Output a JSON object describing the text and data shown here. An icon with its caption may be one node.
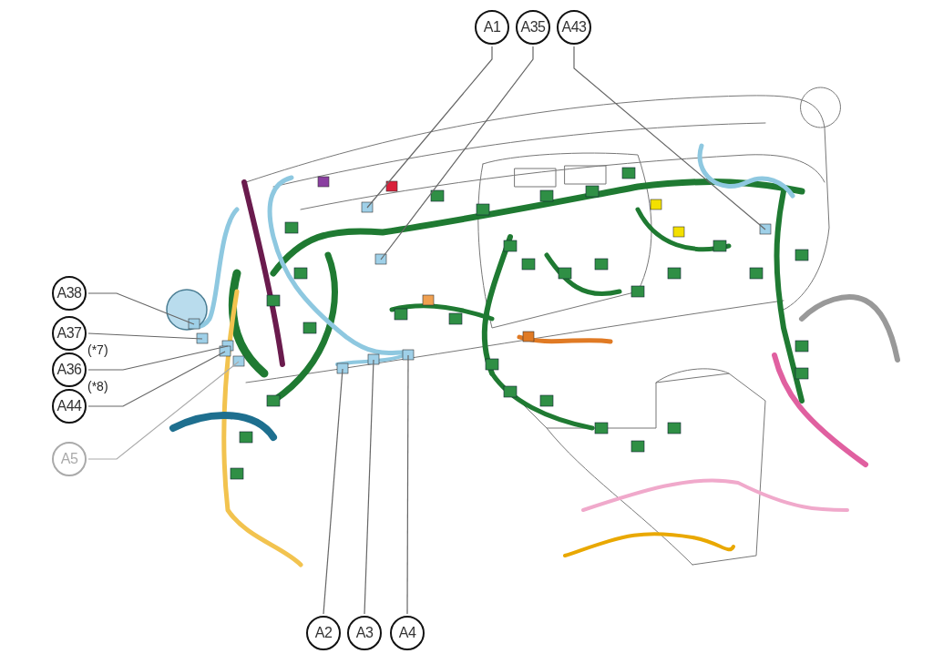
{
  "diagram": {
    "nodes": [
      {
        "text": [
          "A1"
        ]
      },
      {
        "text": [
          "A35"
        ]
      },
      {
        "text": [
          "A43"
        ]
      },
      {
        "text": [
          "A38"
        ]
      },
      {
        "text": [
          "A37"
        ]
      },
      {
        "text": [
          "A36"
        ],
        "beside": [
          "(*7)"
        ]
      },
      {
        "text": [
          "A44"
        ],
        "beside": [
          "(*8)"
        ]
      },
      {
        "text": [
          "A5"
        ]
      },
      {
        "text": [
          "A2"
        ]
      },
      {
        "text": [
          "A3"
        ]
      },
      {
        "text": [
          "A4"
        ]
      }
    ],
    "edges": [
      {
        "from": 0,
        "to": null,
        "arrow": "none"
      },
      {
        "from": 1,
        "to": null,
        "arrow": "none"
      },
      {
        "from": 2,
        "to": null,
        "arrow": "none"
      },
      {
        "from": 3,
        "to": null,
        "arrow": "none"
      },
      {
        "from": 4,
        "to": null,
        "arrow": "none"
      },
      {
        "from": 5,
        "to": null,
        "arrow": "none"
      },
      {
        "from": 6,
        "to": null,
        "arrow": "none"
      },
      {
        "from": 7,
        "to": null,
        "arrow": "none"
      },
      {
        "from": 8,
        "to": null,
        "arrow": "none"
      },
      {
        "from": 9,
        "to": null,
        "arrow": "none"
      },
      {
        "from": 10,
        "to": null,
        "arrow": "none"
      }
    ]
  }
}
